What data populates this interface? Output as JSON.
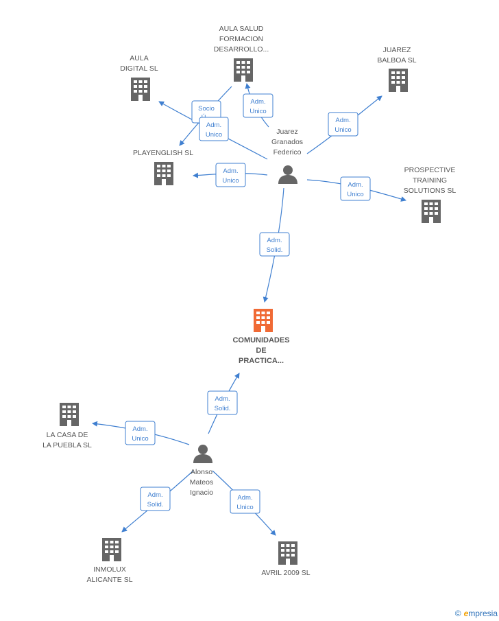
{
  "colors": {
    "edge": "#3f7fd0",
    "company": "#666666",
    "main_company": "#f06a35",
    "person": "#666666"
  },
  "nodes": [
    {
      "id": "aula_salud",
      "type": "company",
      "label": [
        "AULA SALUD",
        "FORMACION",
        "DESARROLLO..."
      ]
    },
    {
      "id": "aula_digital",
      "type": "company",
      "label": [
        "AULA",
        "DIGITAL  SL"
      ]
    },
    {
      "id": "juarez_balboa",
      "type": "company",
      "label": [
        "JUAREZ",
        "BALBOA  SL"
      ]
    },
    {
      "id": "playenglish",
      "type": "company",
      "label": [
        "PLAYENGLISH SL"
      ]
    },
    {
      "id": "prospective",
      "type": "company",
      "label": [
        "PROSPECTIVE",
        "TRAINING",
        "SOLUTIONS SL"
      ]
    },
    {
      "id": "juarez_person",
      "type": "person",
      "label": [
        "Juarez",
        "Granados",
        "Federico"
      ]
    },
    {
      "id": "comunidades",
      "type": "main",
      "label": [
        "COMUNIDADES",
        "DE",
        "PRACTICA..."
      ]
    },
    {
      "id": "la_casa",
      "type": "company",
      "label": [
        "LA CASA DE",
        "LA PUEBLA SL"
      ]
    },
    {
      "id": "alonso_person",
      "type": "person",
      "label": [
        "Alonso",
        "Mateos",
        "Ignacio"
      ]
    },
    {
      "id": "inmolux",
      "type": "company",
      "label": [
        "INMOLUX",
        "ALICANTE  SL"
      ]
    },
    {
      "id": "avril",
      "type": "company",
      "label": [
        "AVRIL 2009 SL"
      ]
    }
  ],
  "edges": [
    {
      "id": "e_socio",
      "label": [
        "Socio",
        "Ú..."
      ]
    },
    {
      "id": "e_aula_salud",
      "label": [
        "Adm.",
        "Unico"
      ]
    },
    {
      "id": "e_playenglish_top",
      "label": [
        "Adm.",
        "Unico"
      ]
    },
    {
      "id": "e_balboa",
      "label": [
        "Adm.",
        "Unico"
      ]
    },
    {
      "id": "e_playenglish",
      "label": [
        "Adm.",
        "Unico"
      ]
    },
    {
      "id": "e_prospective",
      "label": [
        "Adm.",
        "Unico"
      ]
    },
    {
      "id": "e_comunidades_top",
      "label": [
        "Adm.",
        "Solid."
      ]
    },
    {
      "id": "e_comunidades_bottom",
      "label": [
        "Adm.",
        "Solid."
      ]
    },
    {
      "id": "e_la_casa",
      "label": [
        "Adm.",
        "Unico"
      ]
    },
    {
      "id": "e_inmolux",
      "label": [
        "Adm.",
        "Solid."
      ]
    },
    {
      "id": "e_avril",
      "label": [
        "Adm.",
        "Unico"
      ]
    }
  ],
  "watermark": {
    "copyright": "©",
    "brand_initial": "e",
    "brand_rest": "mpresia"
  }
}
